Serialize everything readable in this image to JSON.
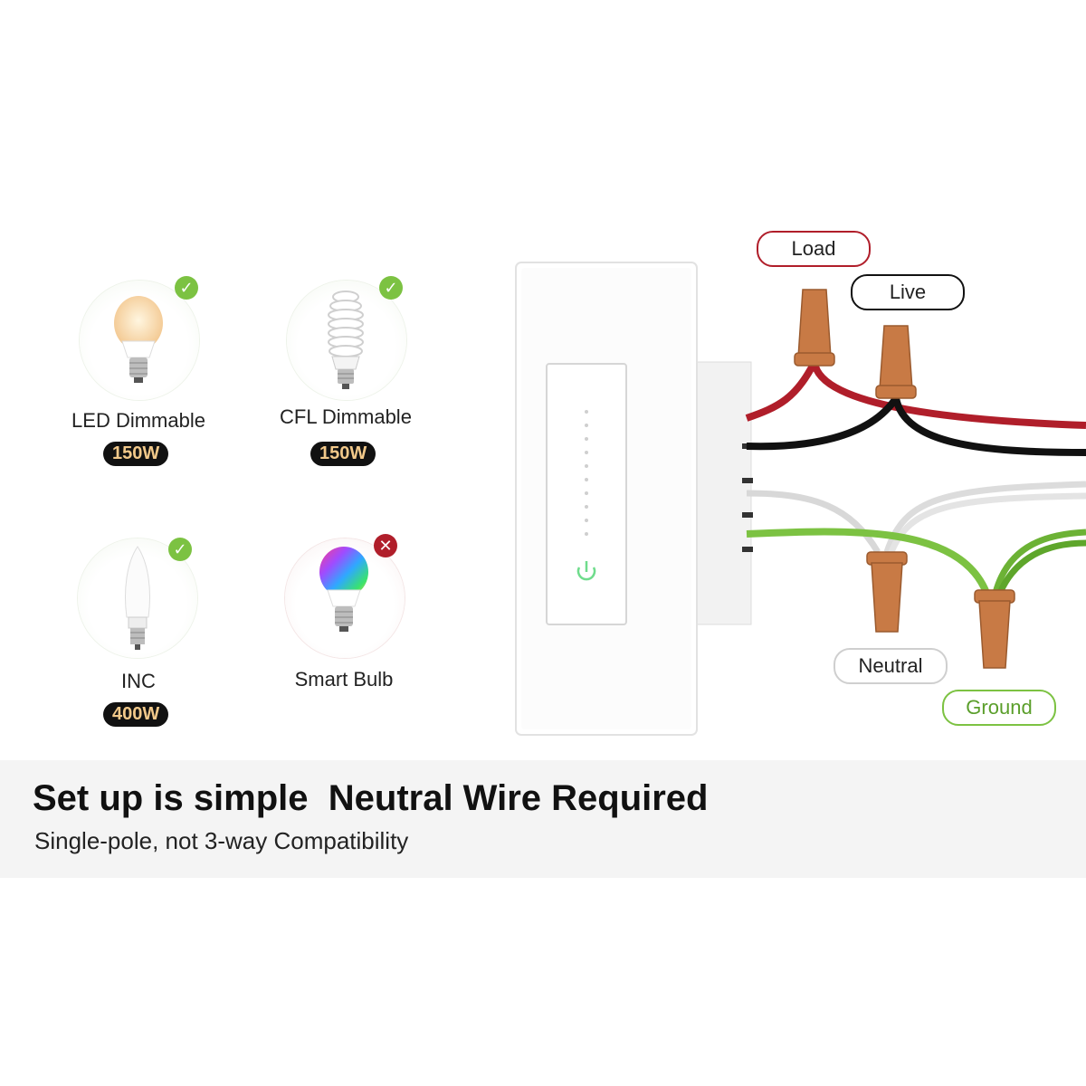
{
  "bulbs": [
    {
      "label": "LED Dimmable",
      "watt": "150W",
      "supported": true
    },
    {
      "label": "CFL Dimmable",
      "watt": "150W",
      "supported": true
    },
    {
      "label": "INC",
      "watt": "400W",
      "supported": true
    },
    {
      "label": "Smart Bulb",
      "watt": "",
      "supported": false
    }
  ],
  "wires": {
    "load": "Load",
    "live": "Live",
    "neutral": "Neutral",
    "ground": "Ground"
  },
  "banner": {
    "title": "Set up is simple  Neutral Wire Required",
    "subtitle": "Single-pole, not 3-way Compatibility"
  },
  "colors": {
    "load": "#b01e2a",
    "live": "#111111",
    "neutral": "#d0d0d0",
    "ground": "#7cc242",
    "connector": "#c87a45"
  }
}
